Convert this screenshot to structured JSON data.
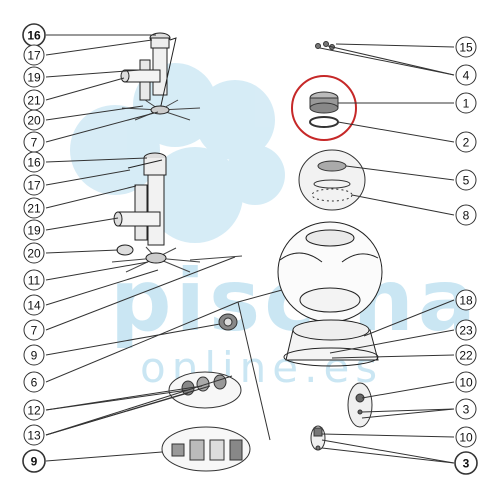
{
  "watermark": {
    "line1": "piscina",
    "line2": "online.es",
    "color": "#9fd3ea"
  },
  "highlight_color": "#c62828",
  "callouts_left": [
    "16",
    "17",
    "19",
    "21",
    "20",
    "7",
    "16",
    "17",
    "21",
    "19",
    "20",
    "11",
    "14",
    "7",
    "9",
    "6",
    "12",
    "13",
    "9"
  ],
  "callouts_right": [
    "15",
    "4",
    "1",
    "2",
    "5",
    "8",
    "18",
    "23",
    "22",
    "10",
    "3",
    "10",
    "3"
  ]
}
